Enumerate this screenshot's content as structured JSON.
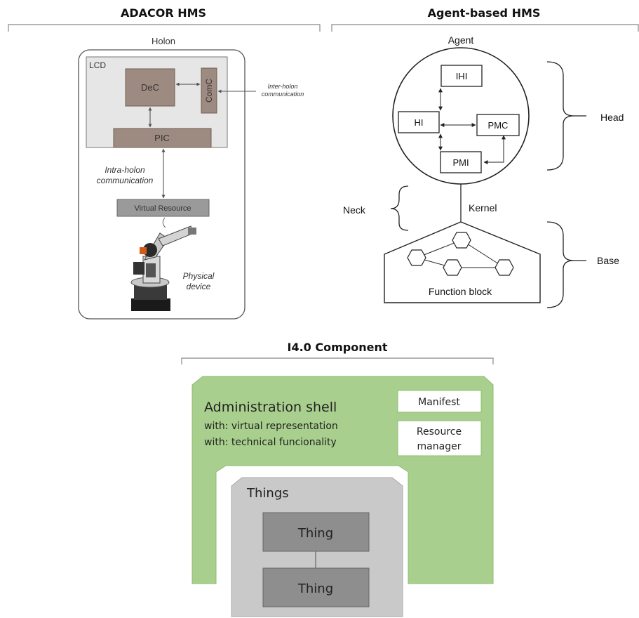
{
  "adacor": {
    "title": "ADACOR HMS",
    "holon_label": "Holon",
    "lcd_label": "LCD",
    "dec_label": "DeC",
    "comc_label": "ComC",
    "pic_label": "PIC",
    "inter_line1": "Inter-holon",
    "inter_line2": "communication",
    "intra_line1": "Intra-holon",
    "intra_line2": "communication",
    "virtual_resource": "Virtual Resource",
    "physical_line1": "Physical",
    "physical_line2": "device"
  },
  "agent": {
    "title": "Agent-based HMS",
    "agent_label": "Agent",
    "ihi": "IHI",
    "hi": "HI",
    "pmc": "PMC",
    "pmi": "PMI",
    "head": "Head",
    "neck": "Neck",
    "kernel": "Kernel",
    "base": "Base",
    "function_block": "Function block"
  },
  "i40": {
    "title": "I4.0 Component",
    "shell_title": "Administration shell",
    "shell_line1": "with: virtual representation",
    "shell_line2": "with: technical funcionality",
    "manifest": "Manifest",
    "resource_line1": "Resource",
    "resource_line2": "manager",
    "things": "Things",
    "thing_top": "Thing",
    "thing_bottom": "Thing"
  },
  "colors": {
    "shell_green": "#a9cf8e",
    "things_gray": "#c9c9c9",
    "thing_box": "#8e8e8e",
    "holon_box_brown": "#9d8a80",
    "lcd_fill": "#e6e6e6"
  }
}
